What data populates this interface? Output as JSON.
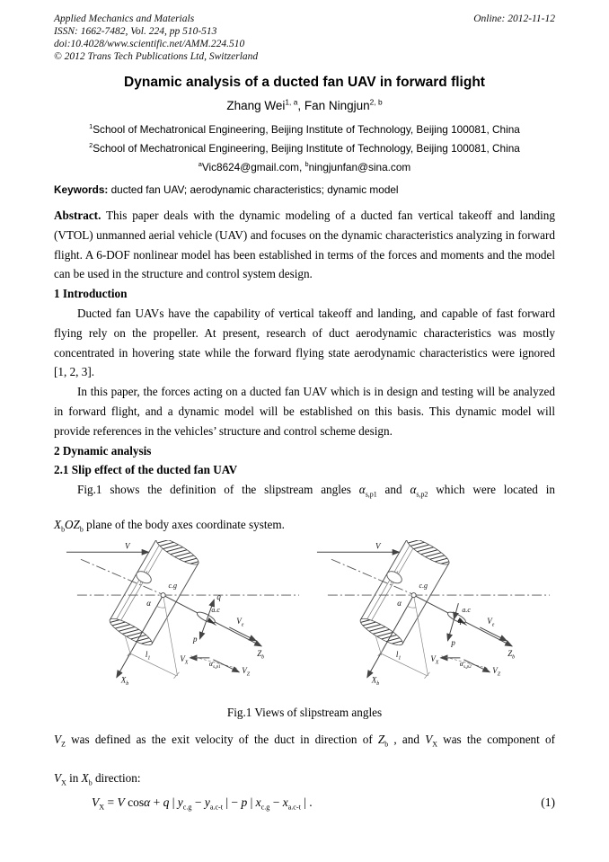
{
  "header": {
    "journal": "Applied Mechanics and Materials",
    "issn": "ISSN: 1662-7482, Vol. 224, pp 510-513",
    "doi": "doi:10.4028/www.scientific.net/AMM.224.510",
    "copyright": "© 2012 Trans Tech Publications Ltd, Switzerland",
    "online": "Online: 2012-11-12"
  },
  "title": "Dynamic analysis of a ducted fan UAV in forward flight",
  "authors": {
    "a1": "Zhang Wei",
    "a1sup": "1, a",
    "sep": ", ",
    "a2": "Fan Ningjun",
    "a2sup": "2, b"
  },
  "affiliations": {
    "aff1sup": "1",
    "aff1": "School of Mechatronical Engineering, Beijing Institute of Technology, Beijing 100081, China",
    "aff2sup": "2",
    "aff2": "School of Mechatronical Engineering, Beijing Institute of Technology, Beijing 100081, China",
    "emasup": "a",
    "ema": "Vic8624@gmail.com, ",
    "embsup": "b",
    "emb": "ningjunfan@sina.com"
  },
  "keywords": {
    "label": "Keywords:",
    "text": " ducted fan UAV; aerodynamic characteristics; dynamic model"
  },
  "abstract": {
    "label": "Abstract.",
    "text": " This paper deals with the dynamic modeling of a ducted fan vertical takeoff and landing (VTOL) unmanned aerial vehicle (UAV) and focuses on the dynamic characteristics analyzing in forward flight. A 6-DOF nonlinear model has been established in terms of the forces and moments and the model can be used in the structure and control system design."
  },
  "intro": {
    "heading": "1 Introduction",
    "p1": "Ducted fan UAVs have the capability of vertical takeoff and landing, and capable of fast forward flying rely on the propeller. At present, research of duct aerodynamic characteristics was mostly concentrated in hovering state while the forward flying state aerodynamic characteristics were ignored [1, 2, 3].",
    "p2": "In this paper, the forces acting on a ducted fan UAV which is in design and testing will be analyzed in forward flight, and a dynamic model will be established on this basis. This dynamic model will provide references in the vehicles’ structure and control scheme design."
  },
  "dynamic": {
    "heading": "2 Dynamic analysis",
    "subheading": "2.1 Slip effect of the ducted fan UAV",
    "fig_intro": {
      "seg1": "Fig.1 shows the definition of the slipstream angles ",
      "a1b": "α",
      "a1s": "s,p1",
      "seg2": " and ",
      "a2b": "α",
      "a2s": "s,p2",
      "seg3": " which were located in",
      "xb": "X",
      "xbs": "b",
      "oz": "OZ",
      "ozs": "b",
      "rest": " plane of the body axes coordinate system."
    }
  },
  "figure": {
    "caption": "Fig.1 Views of slipstream angles",
    "left": {
      "v": "V",
      "cg": "c.g",
      "alpha": "α",
      "ac": "a.c",
      "q": "q",
      "p": "p",
      "ve_b": "V",
      "ve_s": "e",
      "zb_b": "Z",
      "zb_s": "b",
      "vx_b": "V",
      "vx_s": "X",
      "slip_b": "α",
      "slip_s": "s,p1",
      "vz_b": "V",
      "vz_s": "Z",
      "l_b": "l",
      "l_s": "1",
      "xb_b": "X",
      "xb_s": "b"
    },
    "right": {
      "v": "V",
      "cg": "c.g",
      "alpha": "α",
      "ac": "a.c",
      "q": "q",
      "p": "p",
      "ve_b": "V",
      "ve_s": "e",
      "zb_b": "Z",
      "zb_s": "b",
      "vx_b": "V",
      "vx_s": "X",
      "slip_b": "α",
      "slip_s": "s,p2",
      "vz_b": "V",
      "vz_s": "Z",
      "l_b": "l",
      "l_s": "1",
      "xb_b": "X",
      "xb_s": "b"
    }
  },
  "vz": {
    "v1b": "V",
    "v1s": "Z",
    "seg1": " was defined as the exit velocity of the duct in direction of ",
    "z1b": "Z",
    "z1s": "b",
    "seg2": " , and ",
    "v2b": "V",
    "v2s": "X",
    "seg3": " was the component of",
    "v3b": "V",
    "v3s": "X",
    "seg4": " in ",
    "x1b": "X",
    "x1s": "b",
    "seg5": " direction:"
  },
  "equation": {
    "t1": "V",
    "t1s": "X",
    "t2": " = ",
    "t3": "V",
    "t4": " cos",
    "t5": "α",
    "t6": " + ",
    "t7": "q",
    "t8": " | ",
    "t9": "y",
    "t9s": "c.g",
    "t10": " − ",
    "t11": "y",
    "t11s": "a.c-t",
    "t12": " | − ",
    "t13": "p",
    "t14": " | ",
    "t15": "x",
    "t15s": "c.g",
    "t16": " − ",
    "t17": "x",
    "t17s": "a.c-t",
    "t18": " | .",
    "num": "(1)"
  }
}
